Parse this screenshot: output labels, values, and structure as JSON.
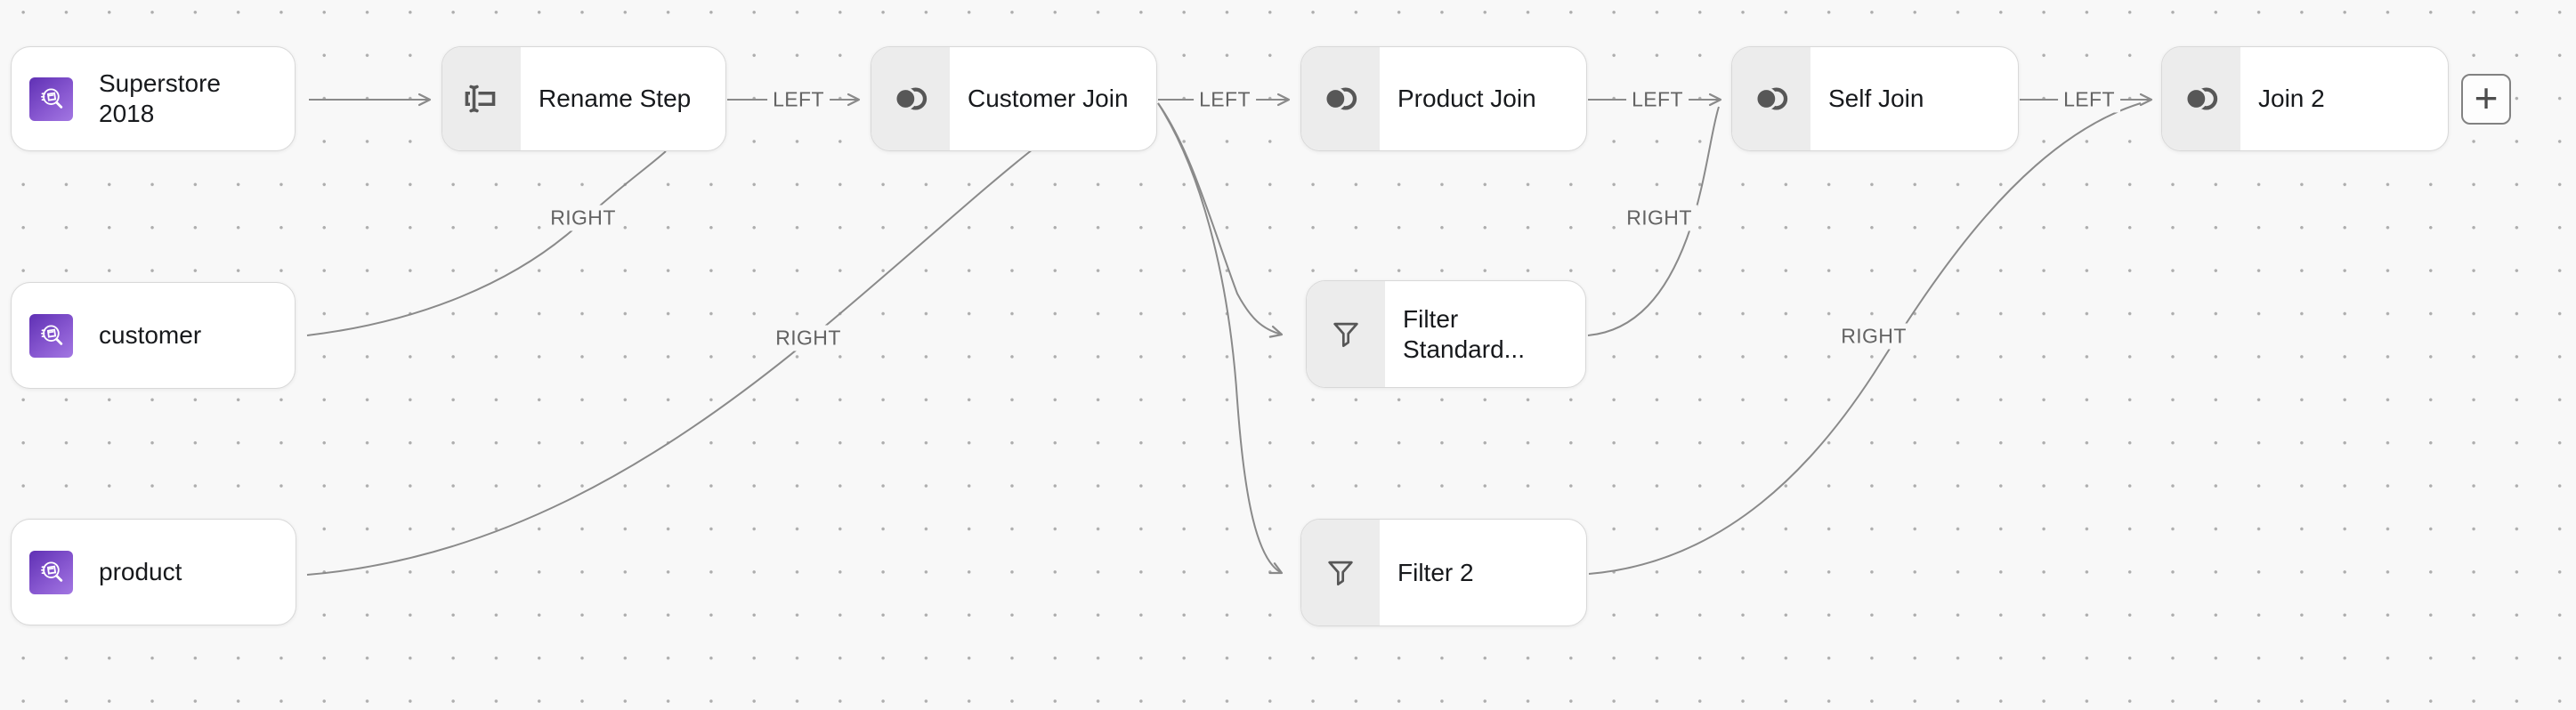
{
  "canvas": {
    "background_color": "#f8f8f8",
    "dot_color": "#aeaeae",
    "edge_color": "#8a8a8a",
    "edge_label_color": "#636363",
    "dataset_tile_gradient": [
      "#5f30b4",
      "#a277e2"
    ],
    "step_icon_color": "#565656"
  },
  "nodes": [
    {
      "id": "superstore-2018",
      "type": "dataset",
      "icon": "dataset-icon",
      "label": "Superstore 2018"
    },
    {
      "id": "rename-step",
      "type": "step",
      "icon": "rename-icon",
      "label": "Rename Step"
    },
    {
      "id": "customer-join",
      "type": "step",
      "icon": "join-icon",
      "label": "Customer Join"
    },
    {
      "id": "product-join",
      "type": "step",
      "icon": "join-icon",
      "label": "Product Join"
    },
    {
      "id": "self-join",
      "type": "step",
      "icon": "join-icon",
      "label": "Self Join"
    },
    {
      "id": "join-2",
      "type": "step",
      "icon": "join-icon",
      "label": "Join 2"
    },
    {
      "id": "customer",
      "type": "dataset",
      "icon": "dataset-icon",
      "label": "customer"
    },
    {
      "id": "filter-standard",
      "type": "step",
      "icon": "filter-icon",
      "label": "Filter Standard..."
    },
    {
      "id": "product",
      "type": "dataset",
      "icon": "dataset-icon",
      "label": "product"
    },
    {
      "id": "filter-2",
      "type": "step",
      "icon": "filter-icon",
      "label": "Filter 2"
    }
  ],
  "edges": {
    "rename_to_customer_join": "LEFT",
    "customer_join_to_product_join": "LEFT",
    "product_join_to_self_join": "LEFT",
    "self_join_to_join2": "LEFT",
    "customer_to_rename": "RIGHT",
    "product_to_customer_join": "RIGHT",
    "filter_standard_to_self_join": "RIGHT",
    "filter2_to_join2": "RIGHT"
  },
  "add_button": {
    "label": "+"
  }
}
